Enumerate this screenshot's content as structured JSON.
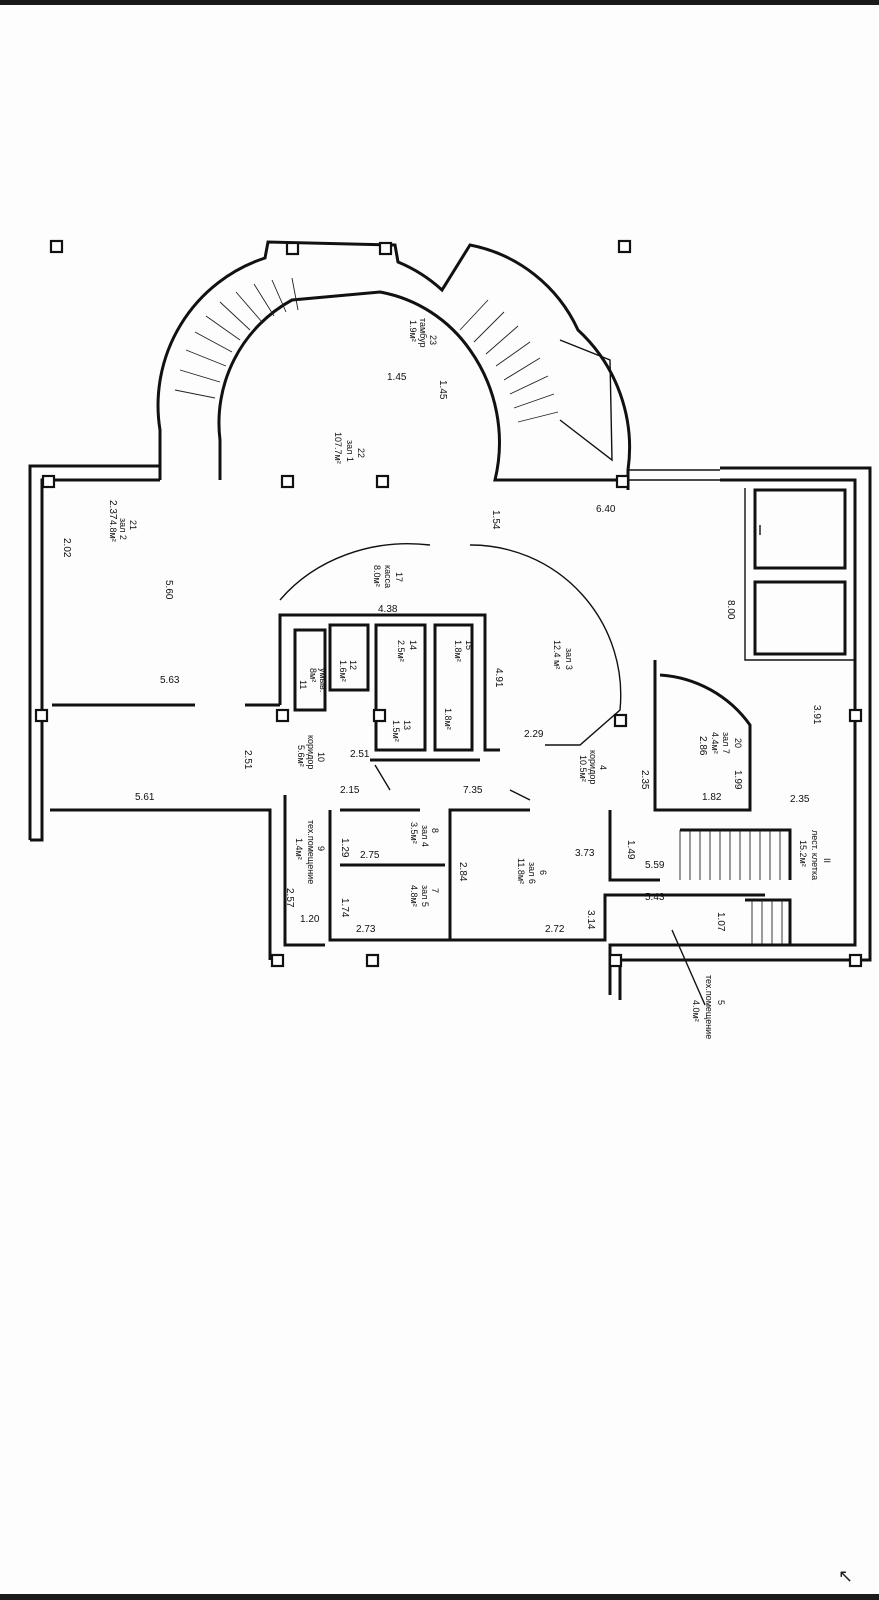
{
  "plan": {
    "dimensions": [
      {
        "id": "d1",
        "text": "2.37"
      },
      {
        "id": "d2",
        "text": "2.02"
      },
      {
        "id": "d3",
        "text": "5.60"
      },
      {
        "id": "d4",
        "text": "5.63"
      },
      {
        "id": "d5",
        "text": "2.51"
      },
      {
        "id": "d6",
        "text": "5.61"
      },
      {
        "id": "d7",
        "text": "1.54"
      },
      {
        "id": "d8",
        "text": "6.40"
      },
      {
        "id": "d9",
        "text": "8.00"
      },
      {
        "id": "d10",
        "text": "3.91"
      },
      {
        "id": "d11",
        "text": "4.38"
      },
      {
        "id": "d12",
        "text": "4.91"
      },
      {
        "id": "d13",
        "text": "2.29"
      },
      {
        "id": "d14",
        "text": "2.51"
      },
      {
        "id": "d15",
        "text": "2.15"
      },
      {
        "id": "d16",
        "text": "7.35"
      },
      {
        "id": "d17",
        "text": "2.35"
      },
      {
        "id": "d18",
        "text": "2.86"
      },
      {
        "id": "d19",
        "text": "1.99"
      },
      {
        "id": "d20",
        "text": "1.82"
      },
      {
        "id": "d21",
        "text": "2.35"
      },
      {
        "id": "d22",
        "text": "1.29"
      },
      {
        "id": "d23",
        "text": "2.75"
      },
      {
        "id": "d24",
        "text": "1.74"
      },
      {
        "id": "d25",
        "text": "2.73"
      },
      {
        "id": "d26",
        "text": "2.84"
      },
      {
        "id": "d27",
        "text": "3.73"
      },
      {
        "id": "d28",
        "text": "2.72"
      },
      {
        "id": "d29",
        "text": "3.14"
      },
      {
        "id": "d30",
        "text": "5.59"
      },
      {
        "id": "d31",
        "text": "1.49"
      },
      {
        "id": "d32",
        "text": "5.43"
      },
      {
        "id": "d33",
        "text": "1.07"
      },
      {
        "id": "d34",
        "text": "2.57"
      },
      {
        "id": "d35",
        "text": "1.20"
      },
      {
        "id": "d36",
        "text": "1.45"
      },
      {
        "id": "d37",
        "text": "1.45"
      }
    ],
    "rooms": [
      {
        "id": "r22",
        "num": "22",
        "name": "зал 1",
        "area": "107.7м²"
      },
      {
        "id": "r23",
        "num": "23",
        "name": "тамбур",
        "area": "1.9м²"
      },
      {
        "id": "r21",
        "num": "21",
        "name": "зал 2",
        "area": "4.8м²"
      },
      {
        "id": "r17",
        "num": "17",
        "name": "касса",
        "area": "8.0м²"
      },
      {
        "id": "r3",
        "num": "",
        "name": "зал 3",
        "area": "12.4 м²"
      },
      {
        "id": "r20",
        "num": "20",
        "name": "зал 7",
        "area": "4.4м²"
      },
      {
        "id": "r11",
        "num": "11",
        "name": "умыв.",
        "area": "8м²"
      },
      {
        "id": "r12",
        "num": "12",
        "name": "",
        "area": "1.6м²"
      },
      {
        "id": "r14",
        "num": "14",
        "name": "",
        "area": "2.5м²"
      },
      {
        "id": "r15",
        "num": "15",
        "name": "",
        "area": "1.8м²"
      },
      {
        "id": "r13",
        "num": "13",
        "name": "",
        "area": "1.5м²"
      },
      {
        "id": "r16",
        "num": "",
        "name": "",
        "area": "1.8м²"
      },
      {
        "id": "r10",
        "num": "10",
        "name": "коридор",
        "area": "5.6м²"
      },
      {
        "id": "r4",
        "num": "4",
        "name": "коридор",
        "area": "10.5м²"
      },
      {
        "id": "r8",
        "num": "8",
        "name": "зал 4",
        "area": "3.5м²"
      },
      {
        "id": "r7",
        "num": "7",
        "name": "зал 5",
        "area": "4.8м²"
      },
      {
        "id": "r6",
        "num": "6",
        "name": "зал 6",
        "area": "11.8м²"
      },
      {
        "id": "r9",
        "num": "9",
        "name": "тех.помещение",
        "area": "1.4м²"
      },
      {
        "id": "r11b",
        "num": "II",
        "name": "лест. клетка",
        "area": "15.2м²"
      },
      {
        "id": "r5",
        "num": "5",
        "name": "тех.помещение",
        "area": "4.0м²"
      }
    ]
  }
}
